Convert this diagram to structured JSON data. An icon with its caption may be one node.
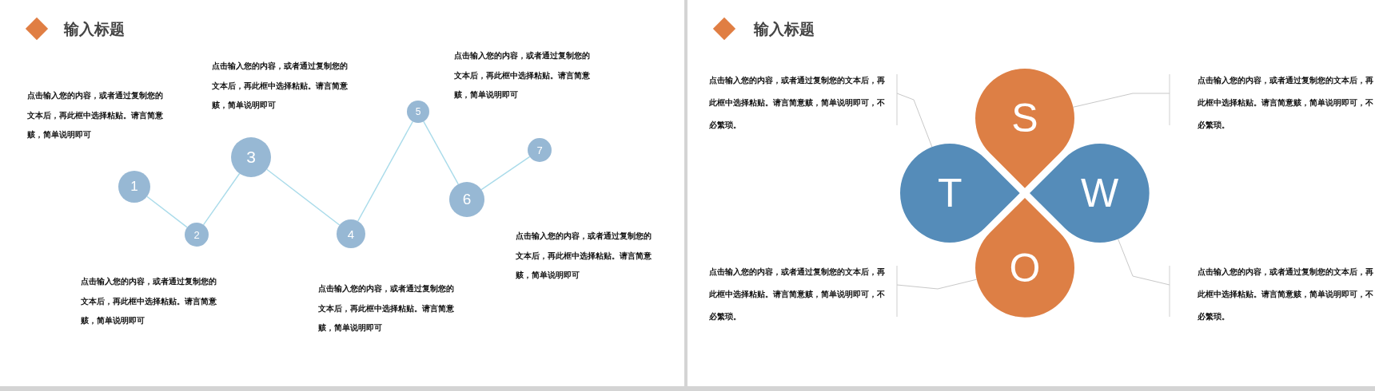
{
  "diagram": {
    "nodes": [
      {
        "text": [
          "1"
        ]
      },
      {
        "text": [
          "2"
        ]
      },
      {
        "text": [
          "3"
        ]
      },
      {
        "text": [
          "4"
        ]
      },
      {
        "text": [
          "5"
        ]
      },
      {
        "text": [
          "6"
        ]
      },
      {
        "text": [
          "7"
        ]
      },
      {
        "text": [
          "S"
        ]
      },
      {
        "text": [
          "W"
        ]
      },
      {
        "text": [
          "O"
        ]
      },
      {
        "text": [
          "T"
        ]
      },
      {
        "text": [
          "点击输入您的内容，或者通过复制您的文本后，再此框中选择粘贴。请言简意赅，简单说明即可，不必繁琐。"
        ]
      },
      {
        "text": [
          "点击输入您的内容，或者通过复制您的文本后，再此框中选择粘贴。请言简意赅，简单说明即可，不必繁琐。"
        ]
      },
      {
        "text": [
          "点击输入您的内容，或者通过复制您的文本后，再此框中选择粘贴。请言简意赅，简单说明即可，不必繁琐。"
        ]
      },
      {
        "text": [
          "点击输入您的内容，或者通过复制您的文本后，再此框中选择粘贴。请言简意赅，简单说明即可，不必繁琐。"
        ]
      }
    ],
    "edges": [
      {
        "from": 0,
        "to": 1,
        "arrow": "none"
      },
      {
        "from": 1,
        "to": 2,
        "arrow": "none"
      },
      {
        "from": 2,
        "to": 3,
        "arrow": "none"
      },
      {
        "from": 3,
        "to": 4,
        "arrow": "none"
      },
      {
        "from": 4,
        "to": 5,
        "arrow": "none"
      },
      {
        "from": 5,
        "to": 6,
        "arrow": "none"
      },
      {
        "from": 11,
        "to": 10,
        "arrow": "none"
      },
      {
        "from": 12,
        "to": 7,
        "arrow": "none"
      },
      {
        "from": 13,
        "to": 9,
        "arrow": "none"
      },
      {
        "from": 14,
        "to": 8,
        "arrow": "none"
      }
    ],
    "labels": [
      "输入标题",
      "点击输入您的内容，或者通过复制您的文本后，再此框中选择粘贴。请言简意赅，简单说明即可",
      "点击输入您的内容，或者通过复制您的文本后，再此框中选择粘贴。请言简意赅，简单说明即可",
      "点击输入您的内容，或者通过复制您的文本后，再此框中选择粘贴。请言简意赅，简单说明即可",
      "点击输入您的内容，或者通过复制您的文本后，再此框中选择粘贴。请言简意赅，简单说明即可",
      "点击输入您的内容，或者通过复制您的文本后，再此框中选择粘贴。请言简意赅，简单说明即可",
      "点击输入您的内容，或者通过复制您的文本后，再此框中选择粘贴。请言简意赅，简单说明即可",
      "输入标题"
    ]
  }
}
